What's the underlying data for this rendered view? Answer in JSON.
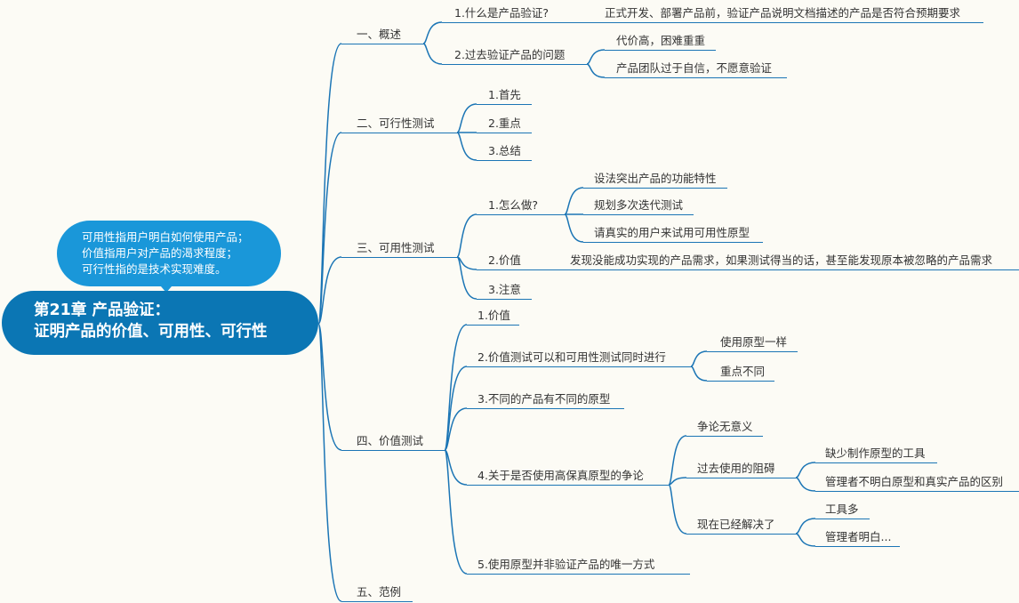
{
  "root": {
    "title_line1": "第21章 产品验证：",
    "title_line2": "证明产品的价值、可用性、可行性"
  },
  "callout": {
    "lines": [
      "可用性指用户明白如何使用产品；",
      "价值指用户对产品的渴求程度；",
      "可行性指的是技术实现难度。"
    ]
  },
  "branches": [
    {
      "label": "一、概述",
      "children": [
        {
          "label": "1.什么是产品验证?",
          "children": [
            {
              "label": "正式开发、部署产品前，验证产品说明文档描述的产品是否符合预期要求"
            }
          ]
        },
        {
          "label": "2.过去验证产品的问题",
          "children": [
            {
              "label": "代价高，困难重重"
            },
            {
              "label": "产品团队过于自信，不愿意验证"
            }
          ]
        }
      ]
    },
    {
      "label": "二、可行性测试",
      "children": [
        {
          "label": "1.首先"
        },
        {
          "label": "2.重点"
        },
        {
          "label": "3.总结"
        }
      ]
    },
    {
      "label": "三、可用性测试",
      "children": [
        {
          "label": "1.怎么做?",
          "children": [
            {
              "label": "设法突出产品的功能特性"
            },
            {
              "label": "规划多次迭代测试"
            },
            {
              "label": "请真实的用户来试用可用性原型"
            }
          ]
        },
        {
          "label": "2.价值",
          "children": [
            {
              "label": "发现没能成功实现的产品需求，如果测试得当的话，甚至能发现原本被忽略的产品需求"
            }
          ]
        },
        {
          "label": "3.注意"
        }
      ]
    },
    {
      "label": "四、价值测试",
      "children": [
        {
          "label": "1.价值"
        },
        {
          "label": "2.价值测试可以和可用性测试同时进行",
          "children": [
            {
              "label": "使用原型一样"
            },
            {
              "label": "重点不同"
            }
          ]
        },
        {
          "label": "3.不同的产品有不同的原型"
        },
        {
          "label": "4.关于是否使用高保真原型的争论",
          "children": [
            {
              "label": "争论无意义"
            },
            {
              "label": "过去使用的阻碍",
              "children": [
                {
                  "label": "缺少制作原型的工具"
                },
                {
                  "label": "管理者不明白原型和真实产品的区别"
                }
              ]
            },
            {
              "label": "现在已经解决了",
              "children": [
                {
                  "label": "工具多"
                },
                {
                  "label": "管理者明白..."
                }
              ]
            }
          ]
        },
        {
          "label": "5.使用原型并非验证产品的唯一方式"
        }
      ]
    },
    {
      "label": "五、范例"
    }
  ],
  "colors": {
    "root": "#0b76b4",
    "callout": "#1a97d9",
    "connector": "#1b75b5",
    "background": "#fcfbf5"
  }
}
